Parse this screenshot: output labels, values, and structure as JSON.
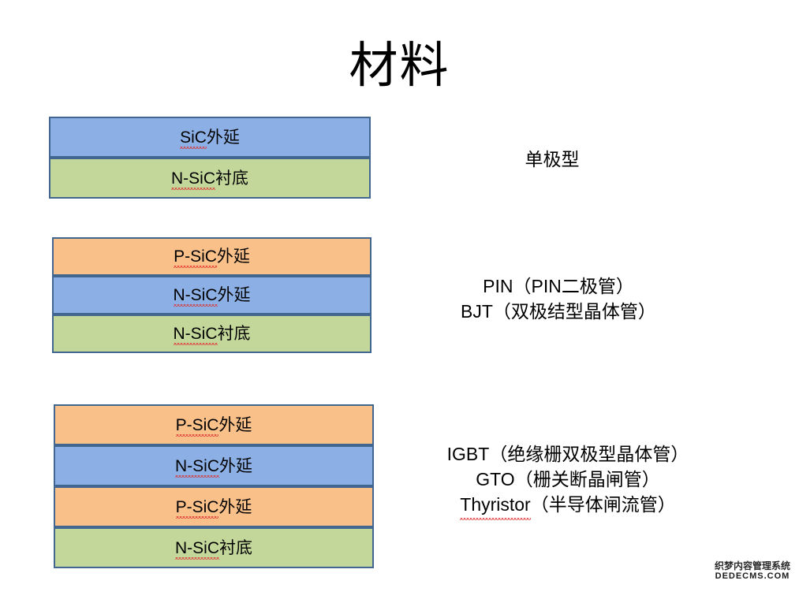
{
  "slide": {
    "title": "材料"
  },
  "stacks": [
    {
      "id": "stack-1",
      "name": "unipolar-device-stack",
      "layers": [
        {
          "latin": "SiC",
          "cjk": "外延",
          "color": "#8CB0E5",
          "fill_class": "fill-blue",
          "spellcheck": true
        },
        {
          "latin": "N-SiC",
          "cjk": "衬底",
          "color": "#C3D79A",
          "fill_class": "fill-green",
          "spellcheck": true
        }
      ],
      "note": [
        "单极型"
      ]
    },
    {
      "id": "stack-2",
      "name": "bipolar-pin-bjt-stack",
      "layers": [
        {
          "latin": "P-SiC",
          "cjk": "外延",
          "color": "#F9C08A",
          "fill_class": "fill-orange",
          "spellcheck": true
        },
        {
          "latin": "N-SiC",
          "cjk": "外延",
          "color": "#8CB0E5",
          "fill_class": "fill-blue",
          "spellcheck": true
        },
        {
          "latin": "N-SiC",
          "cjk": "衬底",
          "color": "#C3D79A",
          "fill_class": "fill-green",
          "spellcheck": true
        }
      ],
      "note": [
        "PIN（PIN二极管）",
        "BJT（双极结型晶体管）"
      ]
    },
    {
      "id": "stack-3",
      "name": "igbt-gto-thyristor-stack",
      "layers": [
        {
          "latin": "P-SiC",
          "cjk": "外延",
          "color": "#F9C08A",
          "fill_class": "fill-orange",
          "spellcheck": true
        },
        {
          "latin": "N-SiC",
          "cjk": "外延",
          "color": "#8CB0E5",
          "fill_class": "fill-blue",
          "spellcheck": true
        },
        {
          "latin": "P-SiC",
          "cjk": "外延",
          "color": "#F9C08A",
          "fill_class": "fill-orange",
          "spellcheck": true
        },
        {
          "latin": "N-SiC",
          "cjk": "衬底",
          "color": "#C3D79A",
          "fill_class": "fill-green",
          "spellcheck": true
        }
      ],
      "note": [
        "IGBT（绝缘栅双极型晶体管）",
        "GTO（栅关断晶闸管）",
        "Thyristor（半导体闸流管）"
      ]
    }
  ],
  "notes": {
    "note_1_line_1": "单极型",
    "note_2_line_1": "PIN（PIN二极管）",
    "note_2_line_2": "BJT（双极结型晶体管）",
    "note_3_line_1": "IGBT（绝缘栅双极型晶体管）",
    "note_3_line_2": "GTO（栅关断晶闸管）",
    "note_3_line_3_latin": "Thyristor",
    "note_3_line_3_cjk": "（半导体闸流管）"
  },
  "watermark": {
    "cn": "织梦内容管理系统",
    "en": "DEDECMS.COM"
  },
  "colors": {
    "layer_border": "#41668F",
    "fill_blue": "#8CB0E5",
    "fill_green": "#C3D79A",
    "fill_orange": "#F9C08A",
    "spellcheck_underline": "#E03030",
    "background": "#FFFFFF",
    "text": "#000000"
  }
}
